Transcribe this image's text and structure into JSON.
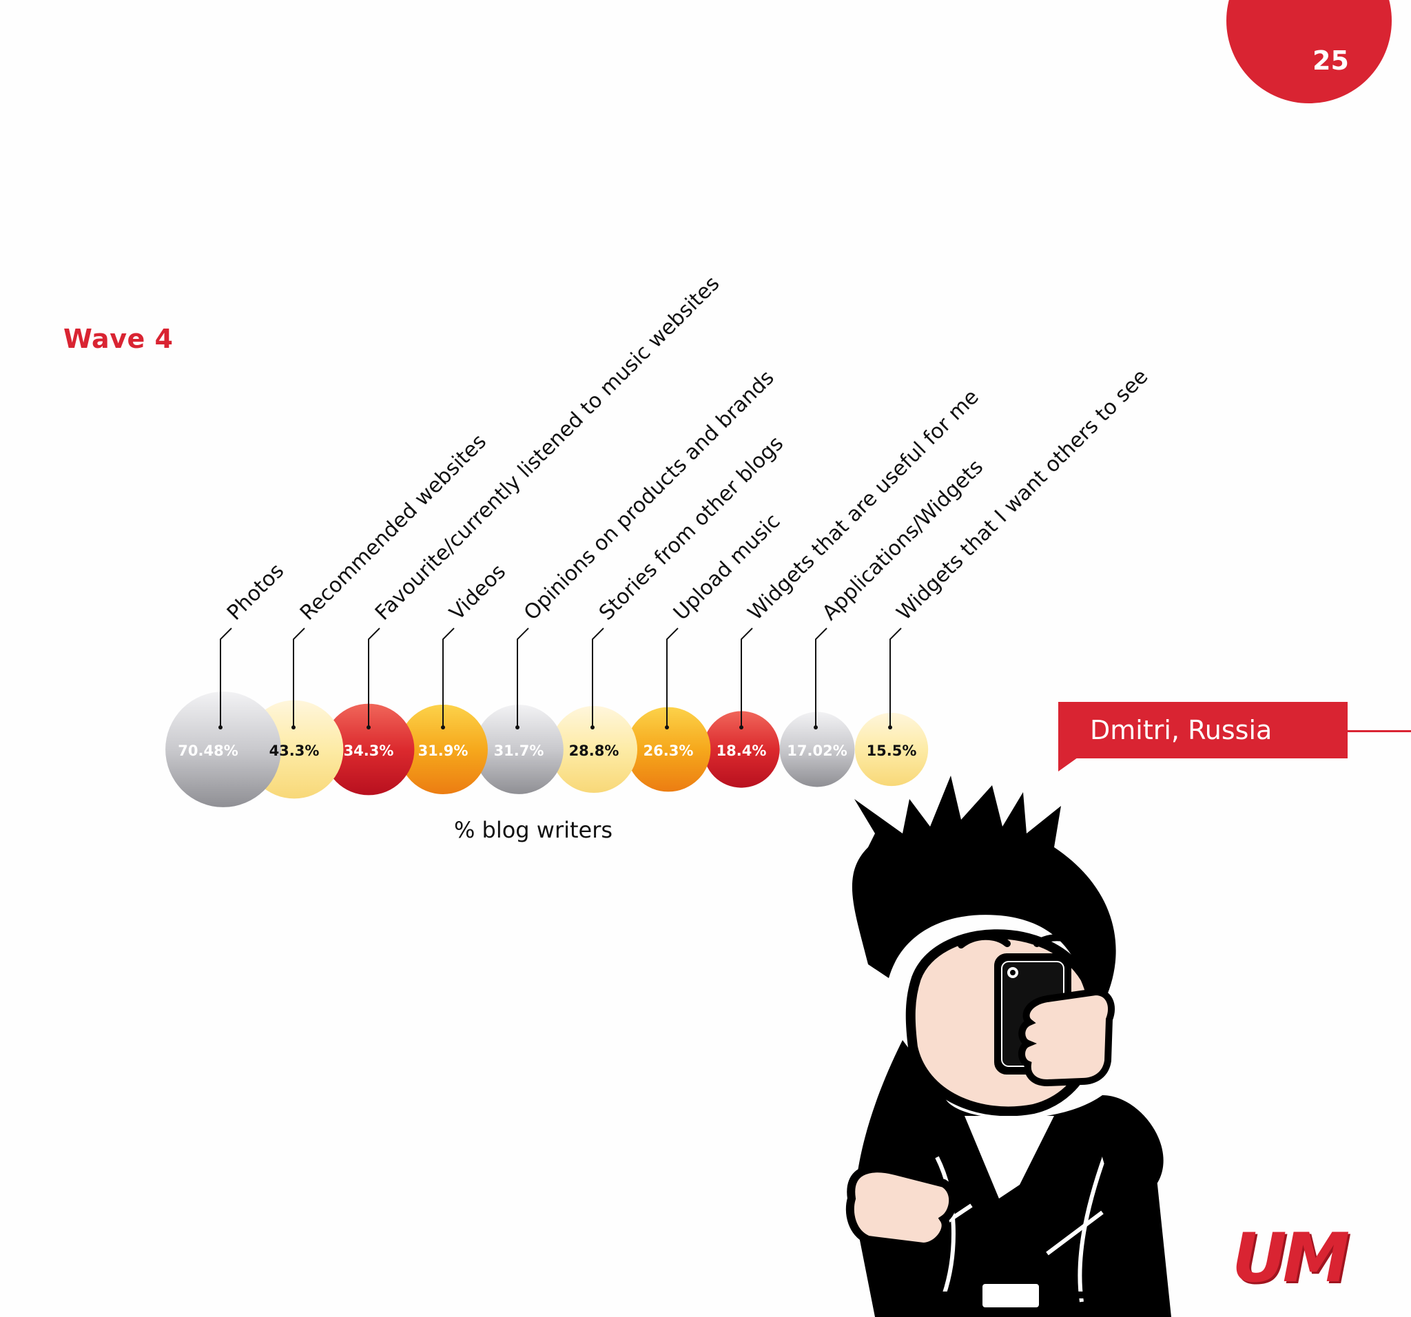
{
  "page_number": "25",
  "wave_label": "Wave 4",
  "callout_label": "Dmitri, Russia",
  "logo_text": "UM",
  "colors": {
    "accent": "#d92432"
  },
  "chart_data": {
    "type": "bubble",
    "xlabel": "% blog writers",
    "categories": [
      "Photos",
      "Recommended websites",
      "Favourite/currently listened to music websites",
      "Videos",
      "Opinions on products and brands",
      "Stories from other blogs",
      "Upload music",
      "Widgets that are useful for me",
      "Applications/Widgets",
      "Widgets that I want others to see"
    ],
    "values": [
      70.48,
      43.3,
      34.3,
      31.9,
      31.7,
      28.8,
      26.3,
      18.4,
      17.02,
      15.5
    ],
    "value_labels": [
      "70.48%",
      "43.3%",
      "34.3%",
      "31.9%",
      "31.7%",
      "28.8%",
      "26.3%",
      "18.4%",
      "17.02%",
      "15.5%"
    ],
    "bubble_colors": [
      "silver",
      "cream",
      "red",
      "orange",
      "silver",
      "cream",
      "orange",
      "red",
      "silver",
      "cream"
    ]
  }
}
